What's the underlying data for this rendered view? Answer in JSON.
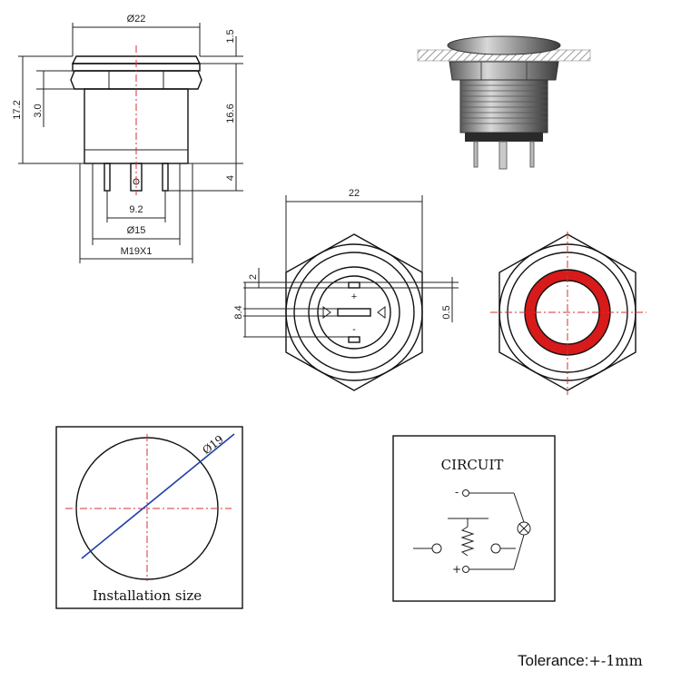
{
  "side_view": {
    "dims": {
      "top_diameter": "Ø22",
      "top_height": "1.5",
      "total_height": "17.2",
      "bezel_height": "3.0",
      "body_height": "16.6",
      "pin_length": "4",
      "pin_spacing": "9.2",
      "body_diameter": "Ø15",
      "thread": "M19X1"
    }
  },
  "front_view": {
    "dims": {
      "width": "22",
      "pin_gap": "2",
      "height": "8.4",
      "pin_width": "0.5"
    },
    "polarity": {
      "plus": "+",
      "minus": "-"
    }
  },
  "lit_view": {
    "ring_color": "#d81a1a"
  },
  "installation": {
    "diameter": "Ø19",
    "label": "Installation size"
  },
  "circuit": {
    "title": "CIRCUIT",
    "minus": "-",
    "plus": "+"
  },
  "tolerance": {
    "label": "Tolerance:",
    "value": "+-1mm"
  }
}
